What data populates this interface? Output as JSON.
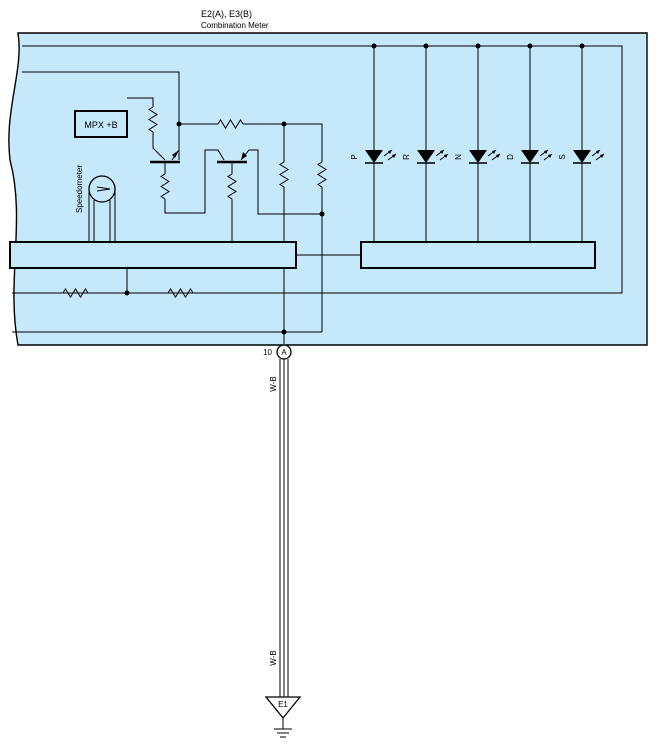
{
  "header": {
    "connector": "E2(A), E3(B)",
    "component": "Combination Meter"
  },
  "meter": {
    "fill_color": "#c5e8fa",
    "mpx_label": "MPX +B",
    "speedometer_label": "Speedometer",
    "indicators": [
      "P",
      "R",
      "N",
      "D",
      "S"
    ]
  },
  "terminal": {
    "pin": "10",
    "connector": "A"
  },
  "wire": {
    "upper_color": "W-B",
    "lower_color": "W-B"
  },
  "ground": {
    "label": "E1"
  }
}
